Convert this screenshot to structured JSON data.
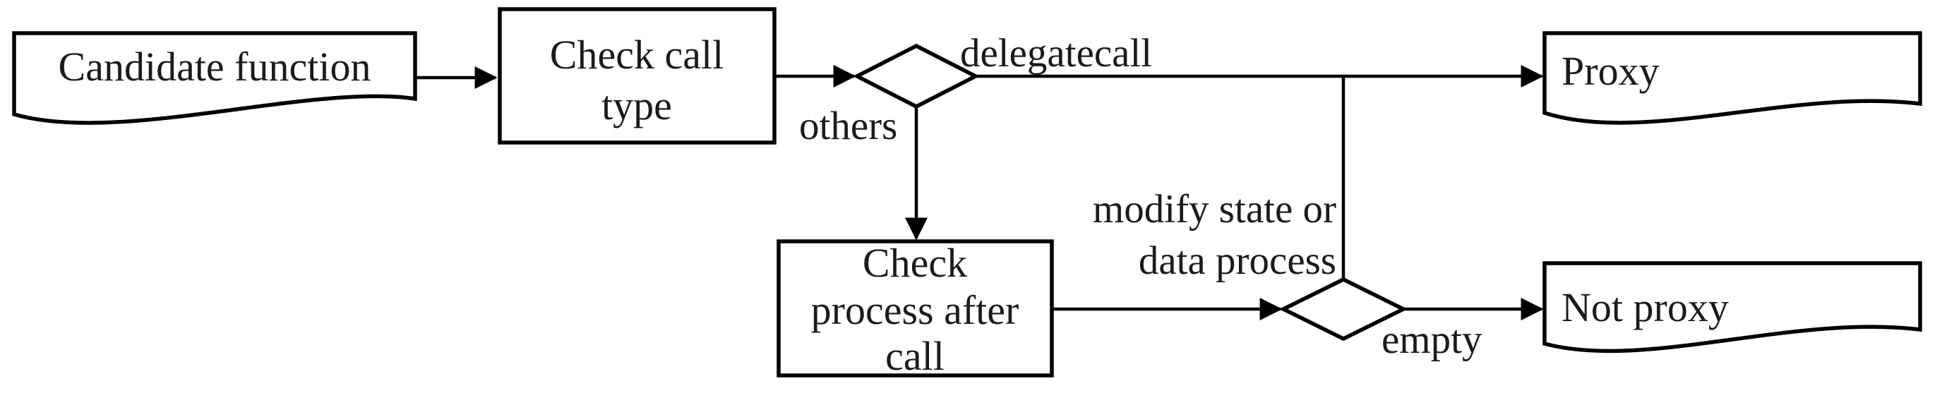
{
  "diagram": {
    "background_color": "#ffffff",
    "stroke_color": "#000000",
    "text_color": "#1b1b1b",
    "nodes": {
      "candidate_function": {
        "shape": "document",
        "label": "Candidate function"
      },
      "check_call_type": {
        "shape": "process",
        "lines": [
          "Check call",
          "type"
        ]
      },
      "call_type_decision": {
        "shape": "decision"
      },
      "check_process_after_call": {
        "shape": "process",
        "lines": [
          "Check",
          "process after",
          "call"
        ]
      },
      "process_after_call_decision": {
        "shape": "decision"
      },
      "proxy": {
        "shape": "document",
        "label": "Proxy"
      },
      "not_proxy": {
        "shape": "document",
        "label": "Not proxy"
      }
    },
    "edge_labels": {
      "delegatecall": "delegatecall",
      "others": "others",
      "modify_state_line1": "modify state or",
      "modify_state_line2": "data process",
      "empty": "empty"
    }
  }
}
